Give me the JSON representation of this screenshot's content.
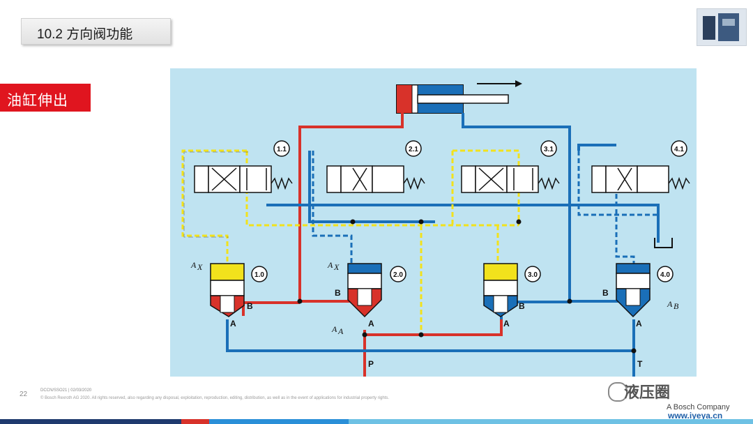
{
  "header": {
    "title": "10.2 方向阀功能"
  },
  "side_label": "油缸伸出",
  "diagram": {
    "valves": [
      "1.1",
      "2.1",
      "3.1",
      "4.1"
    ],
    "cartridges": [
      "1.0",
      "2.0",
      "3.0",
      "4.0"
    ],
    "port_labels": {
      "A": "A",
      "B": "B",
      "P": "P",
      "T": "T"
    },
    "area_labels": {
      "ax": "A",
      "ax_sub": "X",
      "aa": "A",
      "aa_sub": "A",
      "ab": "A",
      "ab_sub": "B"
    },
    "colors": {
      "pressure": "#d8322a",
      "tank": "#1a6fb8",
      "pilot": "#f2e21c",
      "background": "#bfe3f1"
    }
  },
  "footer": {
    "page_number": "22",
    "ref": "DCCN/SSO21 | 02/03/2020",
    "legal": "© Bosch Rexroth AG 2020. All rights reserved, also regarding any disposal, exploitation, reproduction, editing, distribution, as well as in the event of applications for industrial property rights.",
    "watermark": "液压圈",
    "company": "A Bosch Company",
    "site": "www.iyeya.cn"
  }
}
